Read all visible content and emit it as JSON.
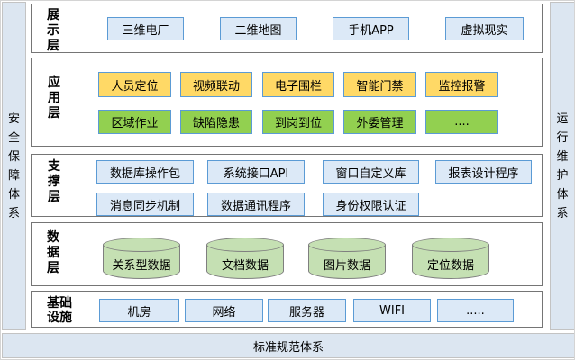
{
  "frame": {
    "left_bar": "安全保障体系",
    "right_bar": "运行维护体系",
    "bottom_bar": "标准规范体系"
  },
  "layers": {
    "presentation": {
      "label": "展示层",
      "boxes": [
        "三维电厂",
        "二维地图",
        "手机APP",
        "虚拟现实"
      ]
    },
    "application": {
      "label": "应用层",
      "row1": [
        "人员定位",
        "视频联动",
        "电子围栏",
        "智能门禁",
        "监控报警"
      ],
      "row2": [
        "区域作业",
        "缺陷隐患",
        "到岗到位",
        "外委管理",
        "...."
      ]
    },
    "support": {
      "label": "支撑层",
      "row1": [
        "数据库操作包",
        "系统接口API",
        "窗口自定义库",
        "报表设计程序"
      ],
      "row2": [
        "消息同步机制",
        "数据通讯程序",
        "身份权限认证"
      ]
    },
    "data": {
      "label": "数据层",
      "cylinders": [
        "关系型数据",
        "文档数据",
        "图片数据",
        "定位数据"
      ]
    },
    "infrastructure": {
      "label": "基础设施",
      "boxes": [
        "机房",
        "网络",
        "服务器",
        "WIFI",
        "....."
      ]
    }
  },
  "colors": {
    "frame_bar_fill": "#dce6f1",
    "panel_border": "#757575",
    "box_blue_fill": "#dce9f7",
    "box_border": "#5b9bd5",
    "box_yellow_fill": "#ffd966",
    "box_green_fill": "#92d050",
    "cylinder_fill": "#c5e0b3",
    "cylinder_border": "#7f7f7f"
  }
}
